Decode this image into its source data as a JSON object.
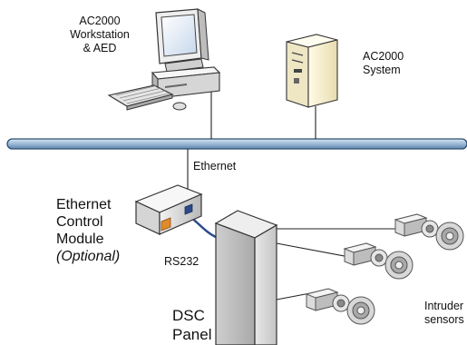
{
  "labels": {
    "workstation": [
      "AC2000",
      "Workstation",
      "& AED"
    ],
    "system": [
      "AC2000",
      "System"
    ],
    "ethernet": "Ethernet",
    "module": [
      "Ethernet",
      "Control",
      "Module"
    ],
    "module_optional": "(Optional)",
    "rs232": "RS232",
    "panel": [
      "DSC",
      "Panel"
    ],
    "sensors": [
      "Intruder",
      "sensors"
    ]
  }
}
